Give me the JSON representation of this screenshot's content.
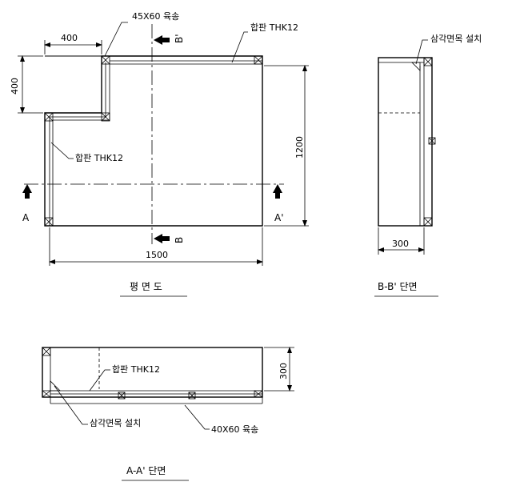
{
  "plan": {
    "title": "평 면 도",
    "dim_width_top": "400",
    "dim_height_left": "400",
    "dim_height_right": "1200",
    "dim_width_bottom": "1500",
    "label_timber": "45X60 육송",
    "label_plywood_top": "합판 THK12",
    "label_plywood_left": "합판 THK12",
    "section_a_left": "A",
    "section_a_right": "A'",
    "section_b_top": "B'",
    "section_b_bottom": "B"
  },
  "section_bb": {
    "title": "B-B' 단면",
    "dim_width": "300",
    "label_triangle": "삼각면목 설치"
  },
  "section_aa": {
    "title": "A-A' 단면",
    "dim_height": "300",
    "label_plywood": "합판 THK12",
    "label_triangle": "삼각면목 설치",
    "label_timber": "40X60 육송"
  }
}
